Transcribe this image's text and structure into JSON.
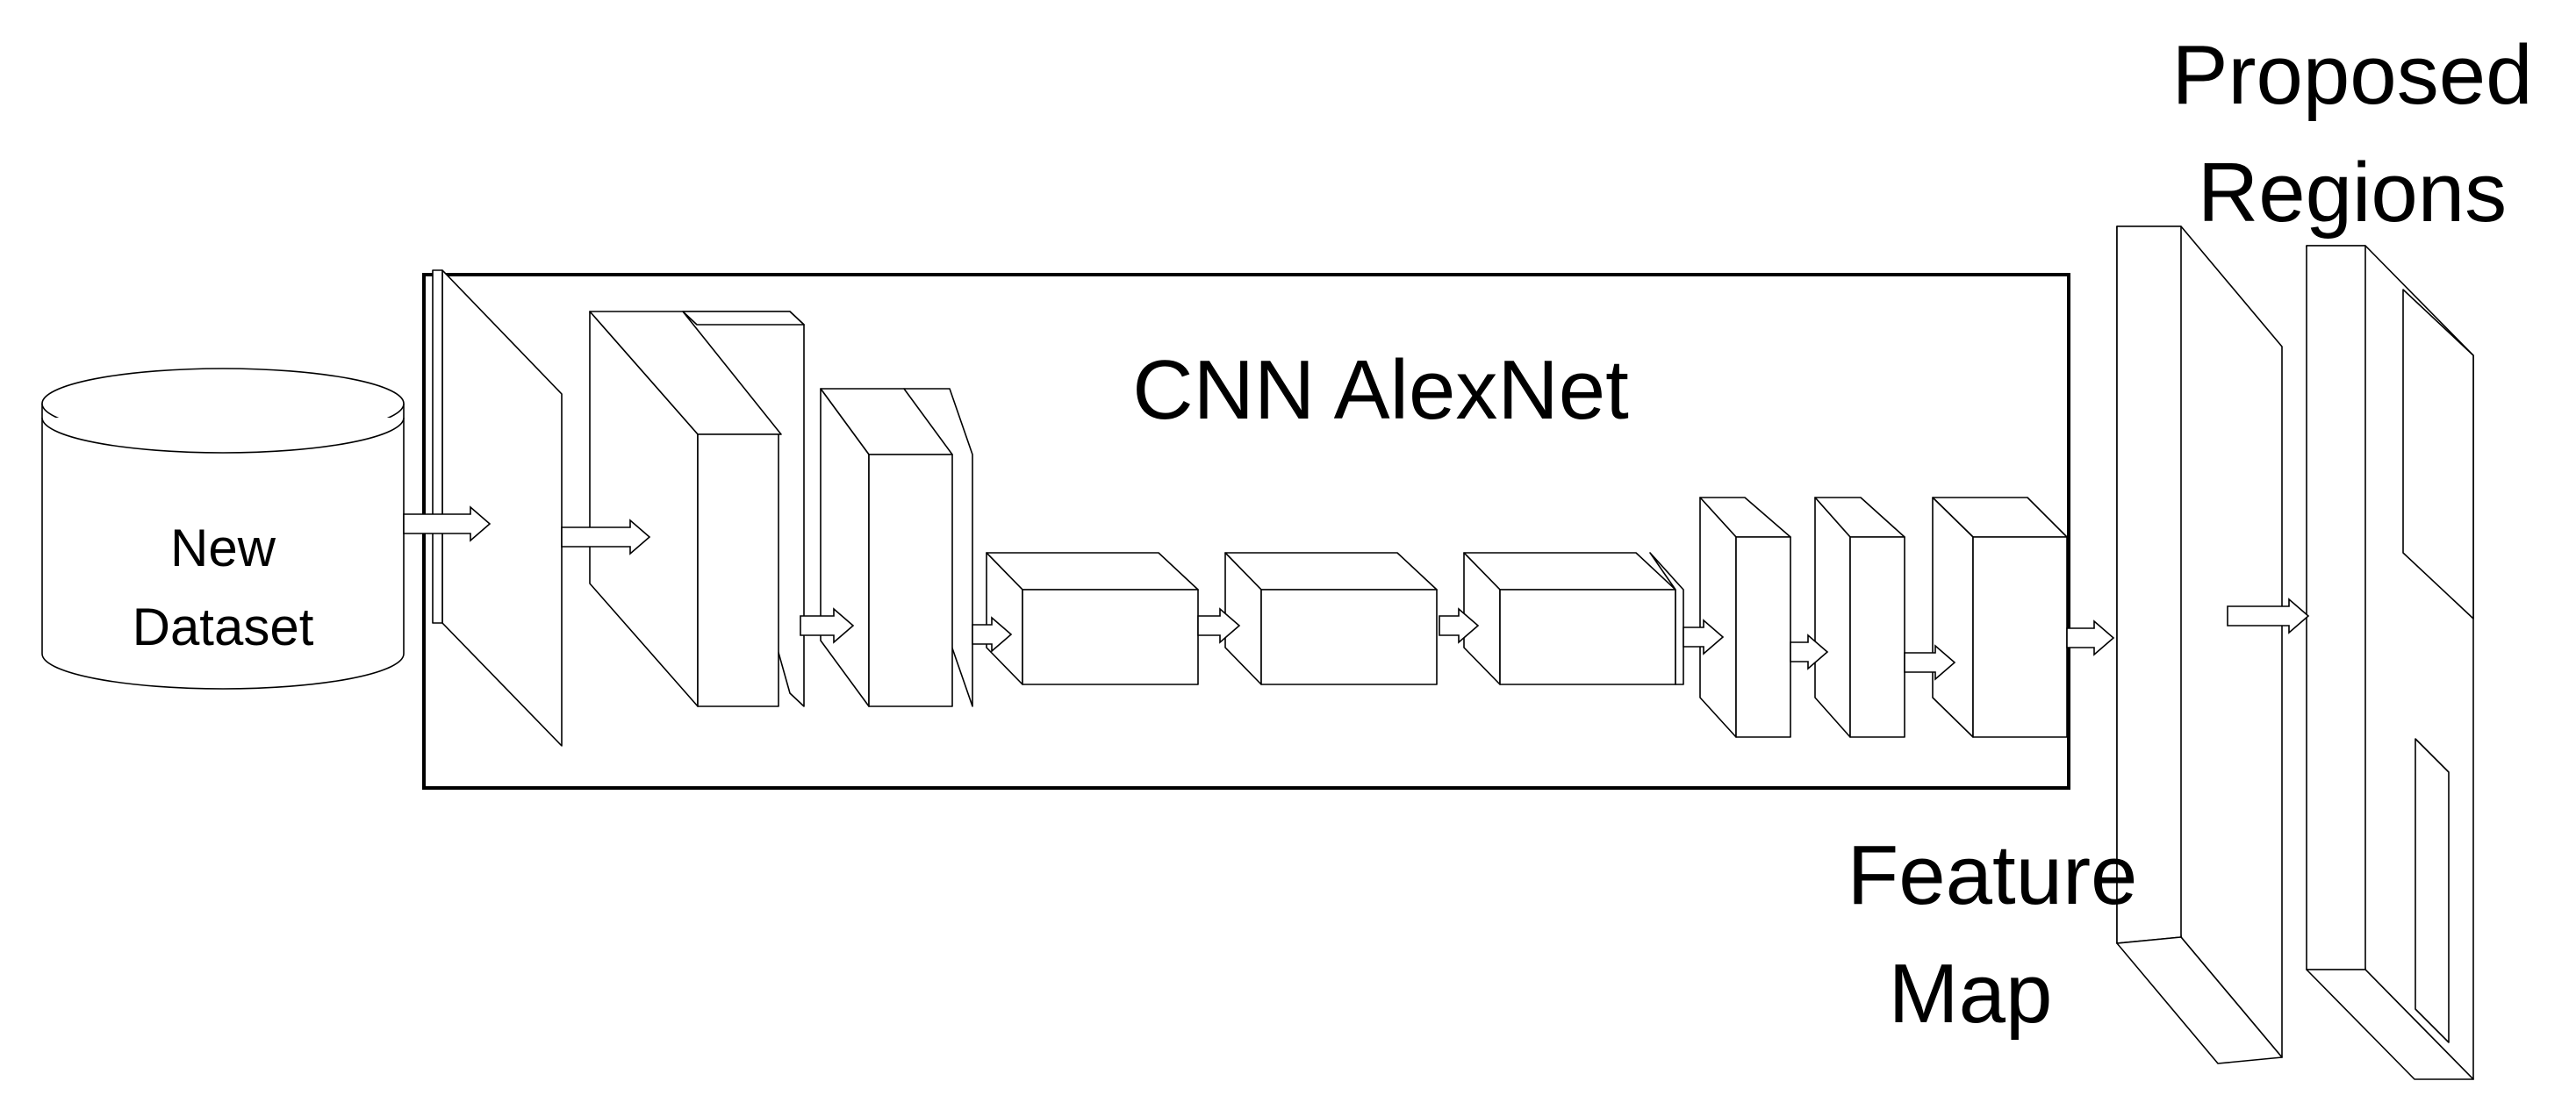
{
  "diagram": {
    "database_label_lines": [
      "New",
      "Dataset"
    ],
    "network_title": "CNN AlexNet",
    "feature_map_label_lines": [
      "Feature",
      "Map"
    ],
    "proposed_regions_label_lines": [
      "Proposed",
      "Regions"
    ]
  }
}
